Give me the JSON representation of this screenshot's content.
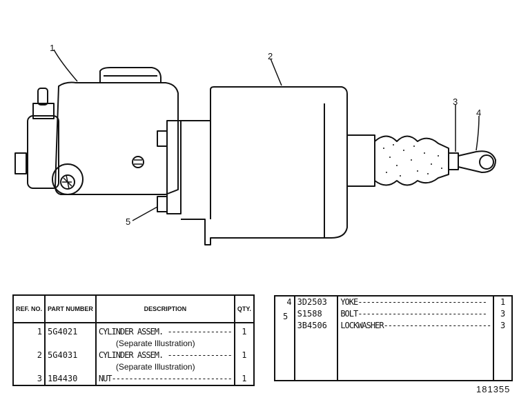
{
  "callouts": {
    "c1": "1",
    "c2": "2",
    "c3": "3",
    "c4": "4",
    "c5": "5"
  },
  "table_left": {
    "headers": {
      "ref": "REF. NO.",
      "part": "PART NUMBER",
      "desc": "DESCRIPTION",
      "qty": "QTY."
    },
    "rows": [
      {
        "ref": "1",
        "part": "5G4021",
        "desc": "CYLINDER ASSEM. ---------------",
        "qty": "1"
      },
      {
        "ref": "",
        "part": "",
        "desc": "(Separate Illustration)",
        "qty": ""
      },
      {
        "ref": "2",
        "part": "5G4031",
        "desc": "CYLINDER ASSEM. ---------------",
        "qty": "1"
      },
      {
        "ref": "",
        "part": "",
        "desc": "(Separate Illustration)",
        "qty": ""
      },
      {
        "ref": "3",
        "part": "1B4430",
        "desc": "NUT----------------------------",
        "qty": "1"
      }
    ]
  },
  "table_right": {
    "rows": [
      {
        "ref": "4",
        "part": "3D2503",
        "desc": "YOKE------------------------------",
        "qty": "1"
      },
      {
        "ref": "",
        "part": "S1588",
        "desc": "BOLT------------------------------",
        "qty": "3"
      },
      {
        "ref": "",
        "part": "3B4506",
        "desc": "LOCKWASHER-------------------------",
        "qty": "3"
      }
    ],
    "group_ref": "5"
  },
  "figure_number": "181355"
}
